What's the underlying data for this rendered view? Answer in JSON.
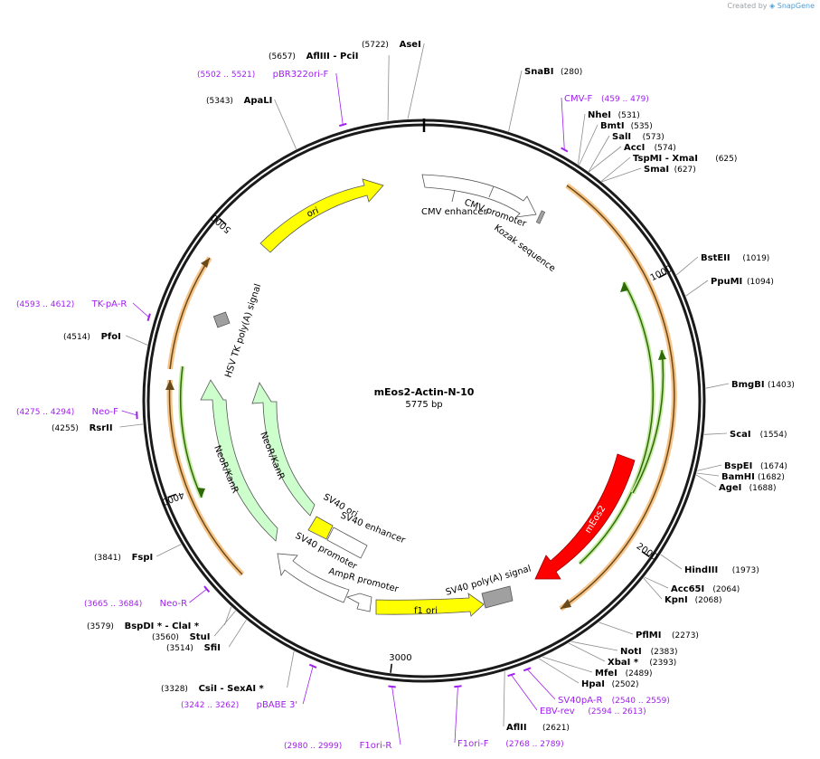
{
  "credit": {
    "prefix": "Created by",
    "brand": "SnapGene"
  },
  "plasmid": {
    "name": "mEos2-Actin-N-10",
    "size_label": "5775 bp",
    "length": 5775
  },
  "ticks": [
    {
      "label": "1000",
      "pos": 1000
    },
    {
      "label": "2000",
      "pos": 2000
    },
    {
      "label": "3000",
      "pos": 3000
    },
    {
      "label": "4000",
      "pos": 4000
    },
    {
      "label": "5000",
      "pos": 5000
    }
  ],
  "sites": [
    {
      "id": "asei",
      "name": "AseI",
      "pos_label": "(5722)",
      "pos": 5722,
      "side": "left"
    },
    {
      "id": "afliii",
      "name": "AflIII  - PciI",
      "pos_label": "(5657)",
      "pos": 5657,
      "side": "left"
    },
    {
      "id": "apali",
      "name": "ApaLI",
      "pos_label": "(5343)",
      "pos": 5343,
      "side": "left"
    },
    {
      "id": "snabi",
      "name": "SnaBI",
      "pos_label": "(280)",
      "pos": 280,
      "side": "right"
    },
    {
      "id": "nhei",
      "name": "NheI",
      "pos_label": "(531)",
      "pos": 531,
      "side": "right"
    },
    {
      "id": "bmti",
      "name": "BmtI",
      "pos_label": "(535)",
      "pos": 535,
      "side": "right"
    },
    {
      "id": "sali",
      "name": "SalI",
      "pos_label": "(573)",
      "pos": 573,
      "side": "right"
    },
    {
      "id": "acci",
      "name": "AccI",
      "pos_label": "(574)",
      "pos": 574,
      "side": "right"
    },
    {
      "id": "tspmi",
      "name": "TspMI  - XmaI",
      "pos_label": "(625)",
      "pos": 625,
      "side": "right"
    },
    {
      "id": "smai",
      "name": "SmaI",
      "pos_label": "(627)",
      "pos": 627,
      "side": "right"
    },
    {
      "id": "bsteii",
      "name": "BstEII",
      "pos_label": "(1019)",
      "pos": 1019,
      "side": "right"
    },
    {
      "id": "ppumi",
      "name": "PpuMI",
      "pos_label": "(1094)",
      "pos": 1094,
      "side": "right"
    },
    {
      "id": "bmgbi",
      "name": "BmgBI",
      "pos_label": "(1403)",
      "pos": 1403,
      "side": "right"
    },
    {
      "id": "scai",
      "name": "ScaI",
      "pos_label": "(1554)",
      "pos": 1554,
      "side": "right"
    },
    {
      "id": "bspei",
      "name": "BspEI",
      "pos_label": "(1674)",
      "pos": 1674,
      "side": "right"
    },
    {
      "id": "bamhi",
      "name": "BamHI",
      "pos_label": "(1682)",
      "pos": 1682,
      "side": "right"
    },
    {
      "id": "agei",
      "name": "AgeI",
      "pos_label": "(1688)",
      "pos": 1688,
      "side": "right"
    },
    {
      "id": "hindiii",
      "name": "HindIII",
      "pos_label": "(1973)",
      "pos": 1973,
      "side": "right"
    },
    {
      "id": "acc65i",
      "name": "Acc65I",
      "pos_label": "(2064)",
      "pos": 2064,
      "side": "right"
    },
    {
      "id": "kpni",
      "name": "KpnI",
      "pos_label": "(2068)",
      "pos": 2068,
      "side": "right"
    },
    {
      "id": "pflmi",
      "name": "PflMI",
      "pos_label": "(2273)",
      "pos": 2273,
      "side": "right"
    },
    {
      "id": "noti",
      "name": "NotI",
      "pos_label": "(2383)",
      "pos": 2383,
      "side": "right"
    },
    {
      "id": "xbai",
      "name": "XbaI *",
      "pos_label": "(2393)",
      "pos": 2393,
      "side": "right"
    },
    {
      "id": "mfei",
      "name": "MfeI",
      "pos_label": "(2489)",
      "pos": 2489,
      "side": "right"
    },
    {
      "id": "hpai",
      "name": "HpaI",
      "pos_label": "(2502)",
      "pos": 2502,
      "side": "right"
    },
    {
      "id": "afliii2",
      "name": "AflII",
      "pos_label": "(2621)",
      "pos": 2621,
      "side": "right"
    },
    {
      "id": "pfoi",
      "name": "PfoI",
      "pos_label": "(4514)",
      "pos": 4514,
      "side": "left"
    },
    {
      "id": "rsrii",
      "name": "RsrII",
      "pos_label": "(4255)",
      "pos": 4255,
      "side": "left"
    },
    {
      "id": "fspi",
      "name": "FspI",
      "pos_label": "(3841)",
      "pos": 3841,
      "side": "left"
    },
    {
      "id": "bspdi",
      "name": "BspDI *  - ClaI *",
      "pos_label": "(3579)",
      "pos": 3579,
      "side": "left"
    },
    {
      "id": "stui",
      "name": "StuI",
      "pos_label": "(3560)",
      "pos": 3560,
      "side": "left"
    },
    {
      "id": "sfii",
      "name": "SfiI",
      "pos_label": "(3514)",
      "pos": 3514,
      "side": "left"
    },
    {
      "id": "csii",
      "name": "CsiI  - SexAI *",
      "pos_label": "(3328)",
      "pos": 3328,
      "side": "left"
    }
  ],
  "primers": [
    {
      "id": "pbr322",
      "name": "pBR322ori-F",
      "pos_label": "(5502 .. 5521)",
      "pos": 5512,
      "side": "left"
    },
    {
      "id": "cmvf",
      "name": "CMV-F",
      "pos_label": "(459 .. 479)",
      "pos": 469,
      "side": "right"
    },
    {
      "id": "tkpar",
      "name": "TK-pA-R",
      "pos_label": "(4593 .. 4612)",
      "pos": 4602,
      "side": "left"
    },
    {
      "id": "neof",
      "name": "Neo-F",
      "pos_label": "(4275 .. 4294)",
      "pos": 4285,
      "side": "left"
    },
    {
      "id": "neor",
      "name": "Neo-R",
      "pos_label": "(3665 .. 3684)",
      "pos": 3675,
      "side": "left"
    },
    {
      "id": "pbabe",
      "name": "pBABE 3'",
      "pos_label": "(3242 .. 3262)",
      "pos": 3252,
      "side": "left"
    },
    {
      "id": "f1orir",
      "name": "F1ori-R",
      "pos_label": "(2980 .. 2999)",
      "pos": 2990,
      "side": "left"
    },
    {
      "id": "f1orif",
      "name": "F1ori-F",
      "pos_label": "(2768 .. 2789)",
      "pos": 2779,
      "side": "right"
    },
    {
      "id": "sv40par",
      "name": "SV40pA-R",
      "pos_label": "(2540 .. 2559)",
      "pos": 2550,
      "side": "right"
    },
    {
      "id": "ebvrev",
      "name": "EBV-rev",
      "pos_label": "(2594 .. 2613)",
      "pos": 2604,
      "side": "right"
    }
  ],
  "features": [
    {
      "id": "cmv-enhancer",
      "label": "CMV enhancer",
      "color": "#ffffff"
    },
    {
      "id": "cmv-promoter",
      "label": "CMV promoter",
      "color": "#ffffff"
    },
    {
      "id": "kozak",
      "label": "Kozak sequence",
      "color": "#a0a0a0"
    },
    {
      "id": "meos2",
      "label": "mEos2",
      "color": "#ff0000"
    },
    {
      "id": "sv40-polya",
      "label": "SV40 poly(A) signal",
      "color": "#a0a0a0"
    },
    {
      "id": "f1-ori",
      "label": "f1 ori",
      "color": "#ffff00"
    },
    {
      "id": "ampr-promoter",
      "label": "AmpR promoter",
      "color": "#ffffff"
    },
    {
      "id": "sv40-promoter",
      "label": "SV40 promoter",
      "color": "#ffffff"
    },
    {
      "id": "sv40-ori",
      "label": "SV40 ori",
      "color": "#ffff00"
    },
    {
      "id": "sv40-enhancer",
      "label": "SV40 enhancer",
      "color": "#ffffff"
    },
    {
      "id": "neor-1",
      "label": "NeoR/KanR",
      "color": "#ccffcc"
    },
    {
      "id": "neor-2",
      "label": "NeoR/KanR",
      "color": "#ccffcc"
    },
    {
      "id": "hsv-tk",
      "label": "HSV TK poly(A) signal",
      "color": "#a0a0a0"
    },
    {
      "id": "ori",
      "label": "ori",
      "color": "#ffff00"
    }
  ],
  "colors": {
    "backbone": "#1a1a1a",
    "primer": "#a020f0",
    "orf_orange": "#f5a623",
    "orf_green": "#7ac943"
  }
}
